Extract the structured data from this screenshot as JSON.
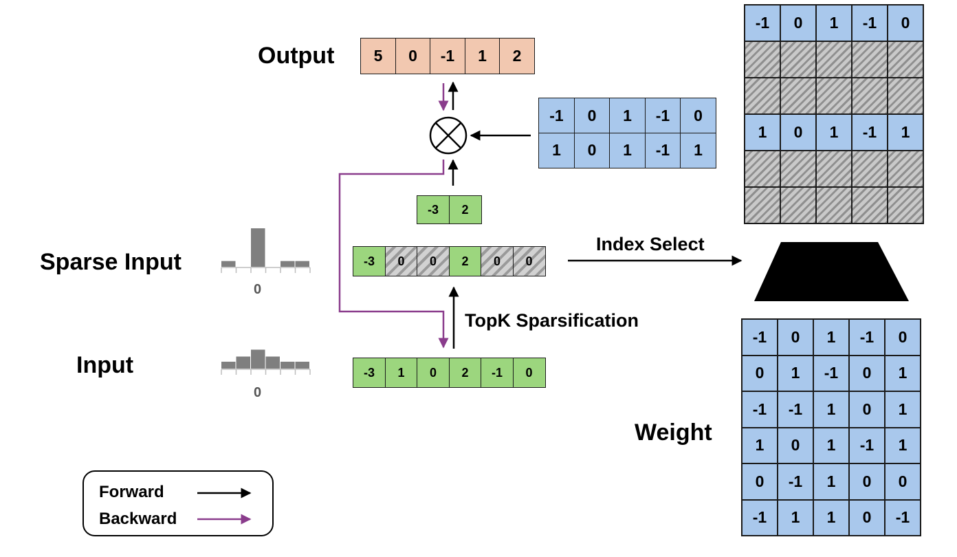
{
  "labels": {
    "output": "Output",
    "sparse_input": "Sparse Input",
    "input": "Input",
    "weight": "Weight",
    "index_select": "Index Select",
    "topk": "TopK Sparsification",
    "hist_zero_sparse": "0",
    "hist_zero_input": "0"
  },
  "legend": {
    "forward": "Forward",
    "backward": "Backward"
  },
  "colors": {
    "forward_arrow": "#000000",
    "backward_arrow": "#8a3c8c",
    "output_cell": "#f2c8b0",
    "weight_cell": "#a9c8ec",
    "activation_cell": "#9cd67e",
    "histogram_bar": "#7f7f7f"
  },
  "output_vector": [
    "5",
    "0",
    "-1",
    "1",
    "2"
  ],
  "selected_weight_rows": [
    [
      "-1",
      "0",
      "1",
      "-1",
      "0"
    ],
    [
      "1",
      "0",
      "1",
      "-1",
      "1"
    ]
  ],
  "nonzero_values": [
    "-3",
    "2"
  ],
  "sparse_input_vector": [
    {
      "v": "-3",
      "masked": false
    },
    {
      "v": "0",
      "masked": true
    },
    {
      "v": "0",
      "masked": true
    },
    {
      "v": "2",
      "masked": false
    },
    {
      "v": "0",
      "masked": true
    },
    {
      "v": "0",
      "masked": true
    }
  ],
  "input_vector": [
    "-3",
    "1",
    "0",
    "2",
    "-1",
    "0"
  ],
  "selected_weight_full": [
    {
      "masked": false,
      "values": [
        "-1",
        "0",
        "1",
        "-1",
        "0"
      ]
    },
    {
      "masked": true,
      "values": [
        "",
        "",
        "",
        "",
        ""
      ]
    },
    {
      "masked": true,
      "values": [
        "",
        "",
        "",
        "",
        ""
      ]
    },
    {
      "masked": false,
      "values": [
        "1",
        "0",
        "1",
        "-1",
        "1"
      ]
    },
    {
      "masked": true,
      "values": [
        "",
        "",
        "",
        "",
        ""
      ]
    },
    {
      "masked": true,
      "values": [
        "",
        "",
        "",
        "",
        ""
      ]
    }
  ],
  "weight_matrix": [
    [
      "-1",
      "0",
      "1",
      "-1",
      "0"
    ],
    [
      "0",
      "1",
      "-1",
      "0",
      "1"
    ],
    [
      "-1",
      "-1",
      "1",
      "0",
      "1"
    ],
    [
      "1",
      "0",
      "1",
      "-1",
      "1"
    ],
    [
      "0",
      "-1",
      "1",
      "0",
      "0"
    ],
    [
      "-1",
      "1",
      "1",
      "0",
      "-1"
    ]
  ],
  "histograms": {
    "sparse_input": [
      0.15,
      0.0,
      1.0,
      0.0,
      0.15,
      0.15
    ],
    "input": [
      0.2,
      0.35,
      0.55,
      0.35,
      0.2,
      0.2
    ]
  }
}
